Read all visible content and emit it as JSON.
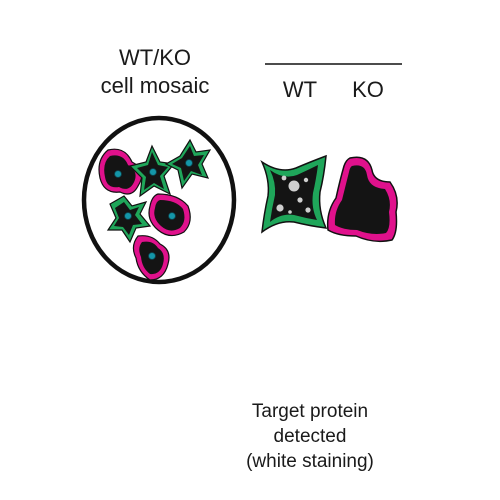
{
  "mosaic": {
    "title_line1": "WT/KO",
    "title_line2": "cell mosaic"
  },
  "comparison": {
    "wt_label": "WT",
    "ko_label": "KO"
  },
  "caption": {
    "line1": "Target protein",
    "line2": "detected",
    "line3": "(white staining)"
  },
  "colors": {
    "wt_green": "#1fa65a",
    "ko_magenta": "#e0118c",
    "nucleus_teal": "#1496a8",
    "cell_body": "#141414",
    "stain_white": "#cfcfcf",
    "outline": "#111111"
  }
}
